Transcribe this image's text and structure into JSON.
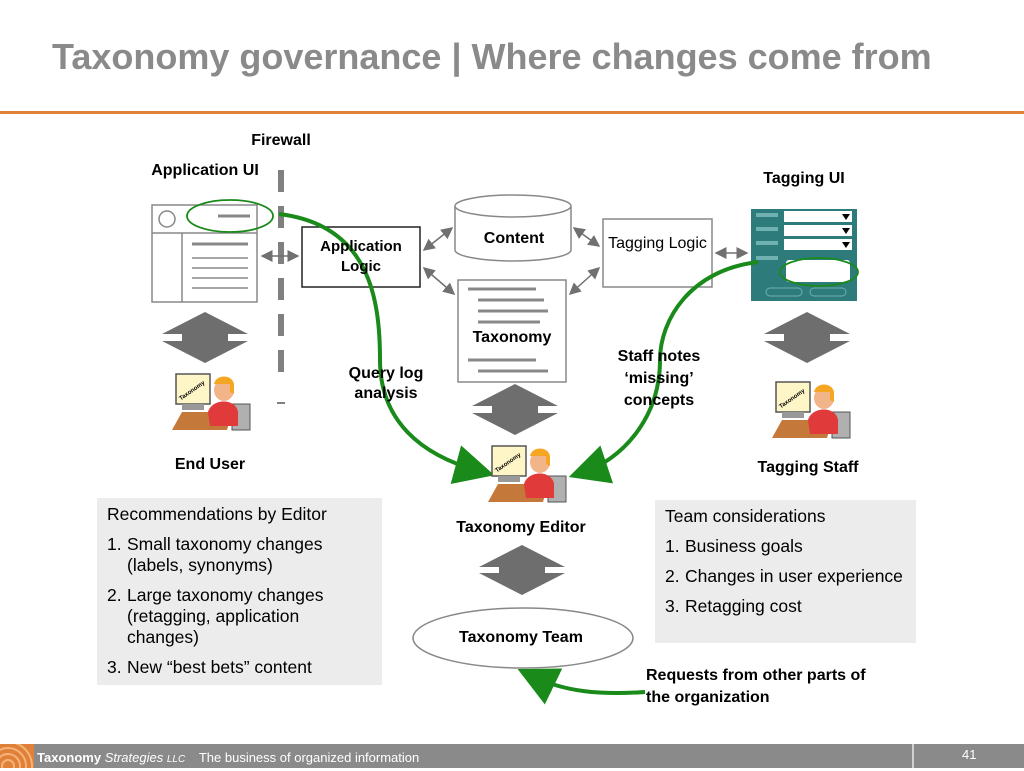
{
  "slide": {
    "title": "Taxonomy governance  |  Where changes come from",
    "page_number": "41"
  },
  "diagram": {
    "firewall_label": "Firewall",
    "application_ui_label": "Application UI",
    "application_logic_label": "Application Logic",
    "content_label": "Content",
    "taxonomy_label": "Taxonomy",
    "tagging_logic_label": "Tagging Logic",
    "tagging_ui_label": "Tagging UI",
    "end_user_label": "End User",
    "tagging_staff_label": "Tagging Staff",
    "taxonomy_editor_label": "Taxonomy Editor",
    "taxonomy_team_label": "Taxonomy Team",
    "query_log_label": "Query log analysis",
    "staff_notes_label": "Staff notes ‘missing’ concepts",
    "requests_label": "Requests from other parts of the organization",
    "monitor_screen_text": "Taxonomy"
  },
  "panels": {
    "editor": {
      "heading": "Recommendations by Editor",
      "items": [
        {
          "num": "1.",
          "text": "Small taxonomy changes (labels, synonyms)"
        },
        {
          "num": "2.",
          "text": "Large taxonomy changes (retagging, application changes)"
        },
        {
          "num": "3.",
          "text": "New “best bets” content"
        }
      ]
    },
    "team": {
      "heading": "Team considerations",
      "items": [
        {
          "num": "1.",
          "text": "Business goals"
        },
        {
          "num": "2.",
          "text": "Changes in user experience"
        },
        {
          "num": "3.",
          "text": "Retagging cost"
        }
      ]
    }
  },
  "footer": {
    "brand_bold": "Taxonomy",
    "brand_italic": "Strategies",
    "brand_llc": "LLC",
    "tagline": "The business of organized information"
  },
  "colors": {
    "title": "#8a8a8a",
    "accent": "#e0813a",
    "green_arrow": "#1a8a1a",
    "gray_arrow": "#6e6e6e",
    "tagging_ui_teal": "#2e7b7b",
    "panel_bg": "#ececec"
  },
  "icons": [
    "person-at-computer-icon",
    "database-cylinder-icon",
    "document-icon",
    "dropdown-arrow-icon"
  ]
}
